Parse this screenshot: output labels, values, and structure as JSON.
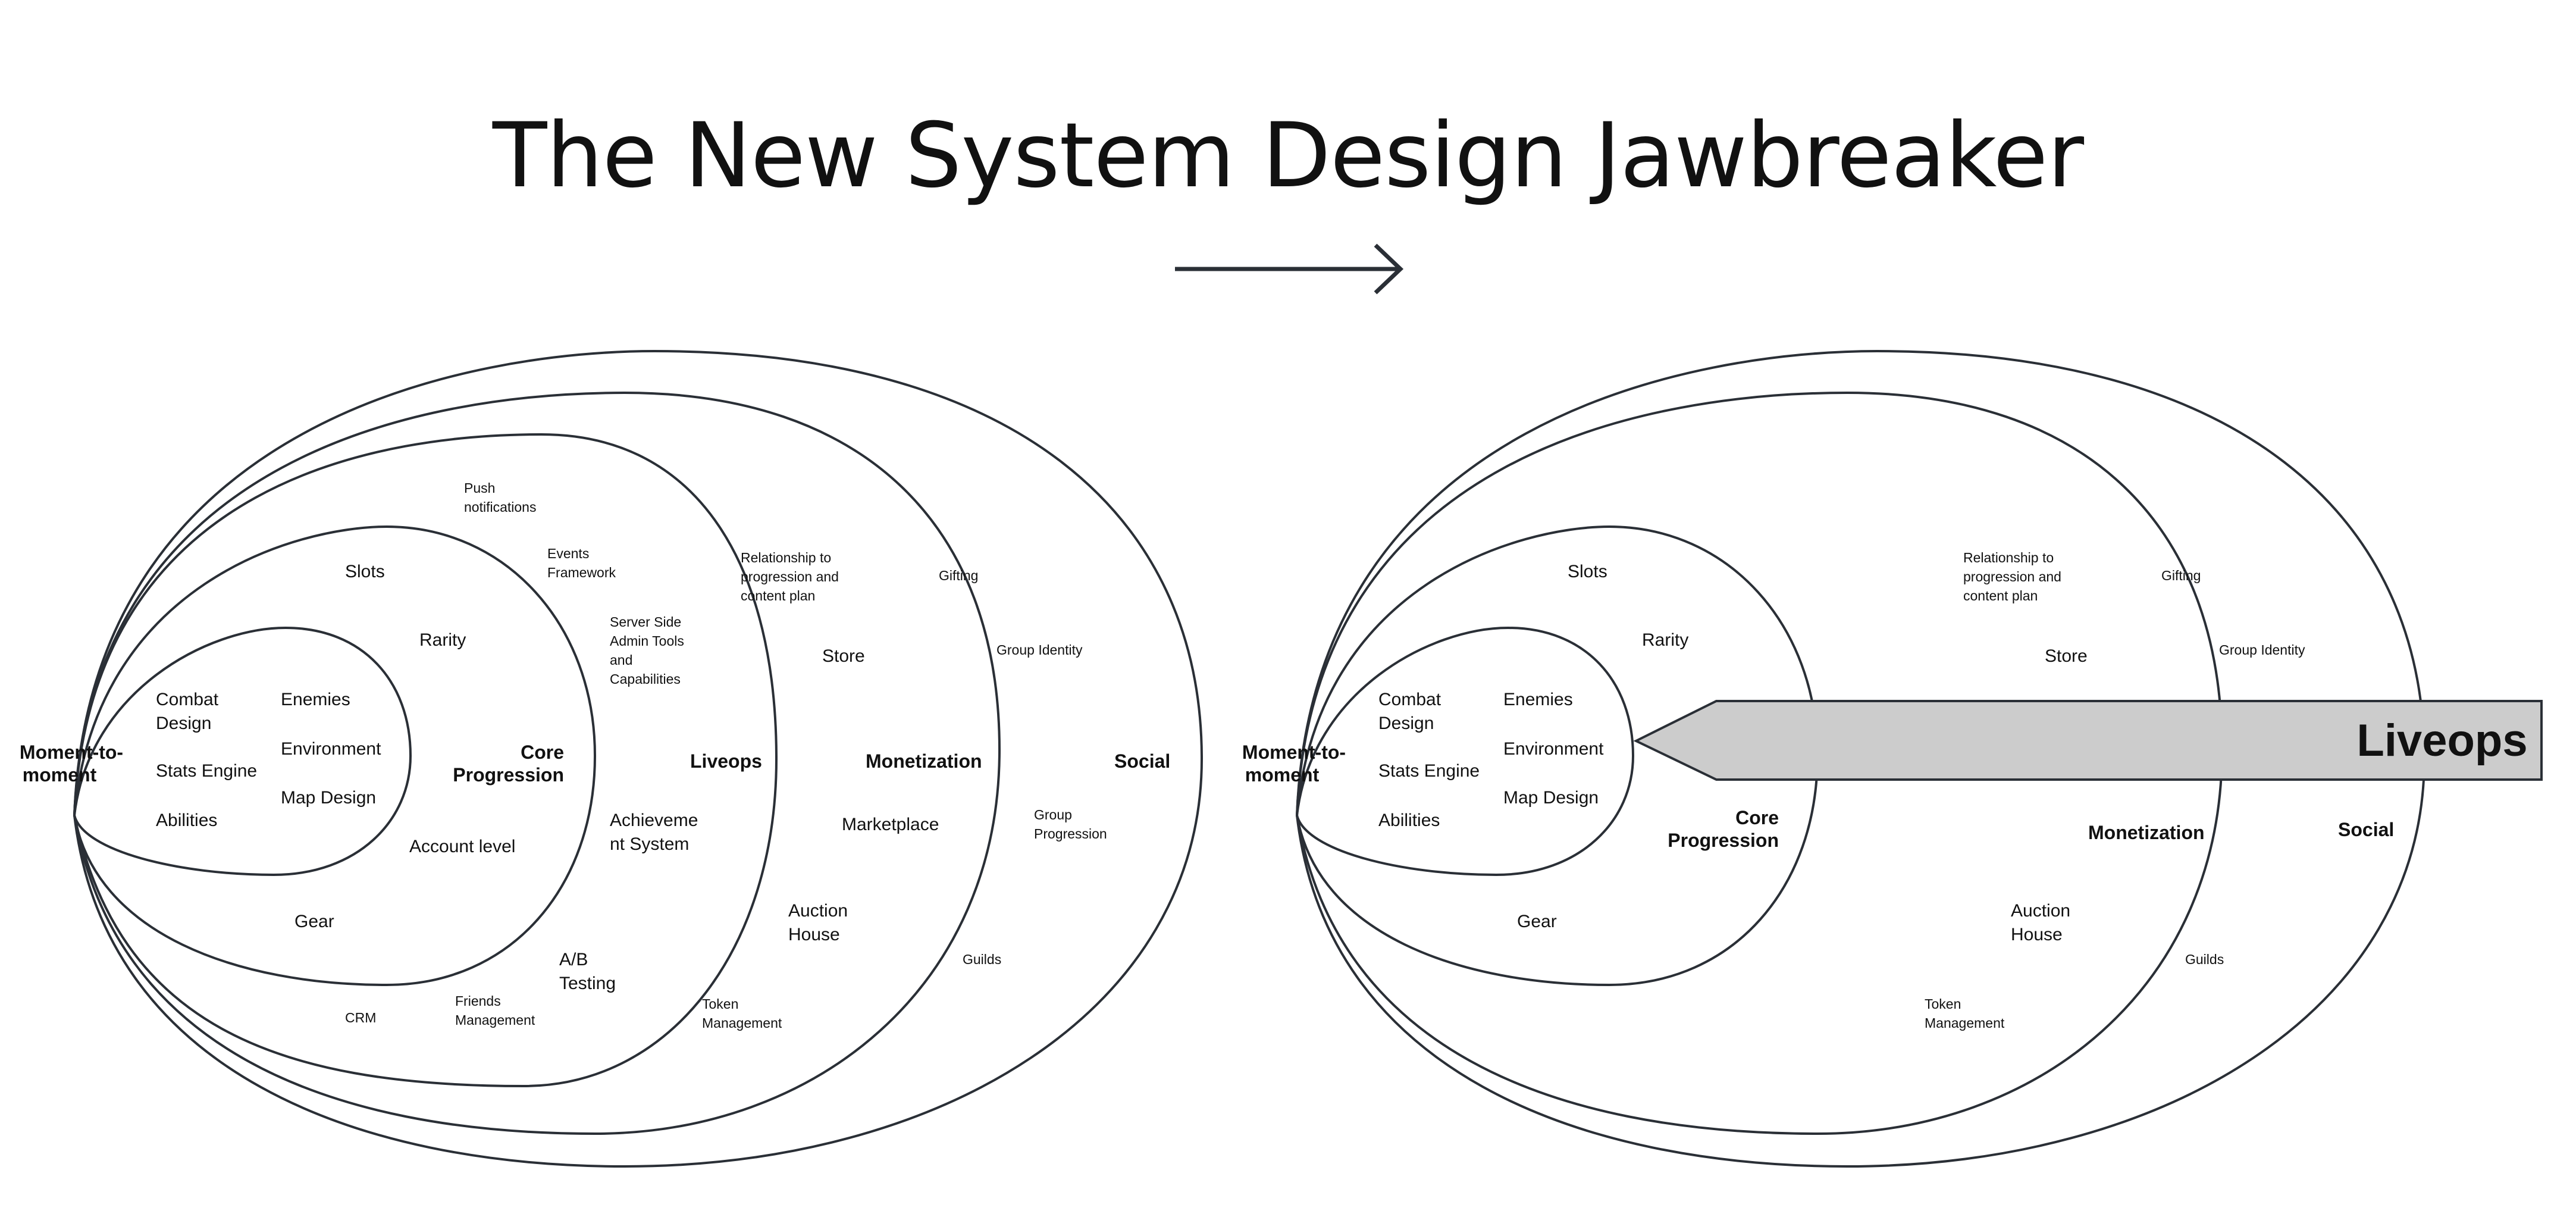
{
  "title": "The New System Design Jawbreaker",
  "left_diagram": {
    "core": [
      "Moment-to-",
      "moment"
    ],
    "inner_left": [
      [
        "Combat",
        "Design"
      ],
      [
        "Stats Engine"
      ],
      [
        "Abilities"
      ]
    ],
    "inner_right": [
      [
        "Enemies"
      ],
      [
        "Environment"
      ],
      [
        "Map Design"
      ]
    ],
    "core_progression": [
      "Core",
      "Progression"
    ],
    "progression_items": [
      [
        "Slots"
      ],
      [
        "Rarity"
      ],
      [
        "Account level"
      ],
      [
        "Gear"
      ]
    ],
    "liveops": "Liveops",
    "liveops_items": [
      [
        "Push",
        "notifications"
      ],
      [
        "Events",
        "Framework"
      ],
      [
        "Server Side",
        "Admin Tools",
        "and",
        "Capabilities"
      ],
      [
        "Achieveme",
        "nt System"
      ],
      [
        "A/B",
        "Testing"
      ],
      [
        "Friends",
        "Management"
      ],
      [
        "CRM"
      ]
    ],
    "monetization": "Monetization",
    "monetization_items": [
      [
        "Relationship to",
        "progression and",
        "content plan"
      ],
      [
        "Store"
      ],
      [
        "Marketplace"
      ],
      [
        "Auction",
        "House"
      ],
      [
        "Token",
        "Management"
      ]
    ],
    "social": "Social",
    "social_items": [
      [
        "Gifting"
      ],
      [
        "Group Identity"
      ],
      [
        "Group",
        "Progression"
      ],
      [
        "Guilds"
      ]
    ]
  },
  "right_diagram": {
    "core": [
      "Moment-to-",
      "moment"
    ],
    "inner_left": [
      [
        "Combat",
        "Design"
      ],
      [
        "Stats Engine"
      ],
      [
        "Abilities"
      ]
    ],
    "inner_right": [
      [
        "Enemies"
      ],
      [
        "Environment"
      ],
      [
        "Map Design"
      ]
    ],
    "core_progression": [
      "Core",
      "Progression"
    ],
    "progression_items": [
      [
        "Slots"
      ],
      [
        "Rarity"
      ],
      [
        "Gear"
      ]
    ],
    "liveops_banner": "Liveops",
    "monetization": "Monetization",
    "monetization_items": [
      [
        "Relationship to",
        "progression and",
        "content plan"
      ],
      [
        "Store"
      ],
      [
        "Auction",
        "House"
      ],
      [
        "Token",
        "Management"
      ]
    ],
    "social": "Social",
    "social_items": [
      [
        "Gifting"
      ],
      [
        "Group Identity"
      ],
      [
        "Guilds"
      ]
    ]
  },
  "colors": {
    "line": "#2a2f36",
    "banner_fill": "#cccccc",
    "text": "#111111"
  }
}
